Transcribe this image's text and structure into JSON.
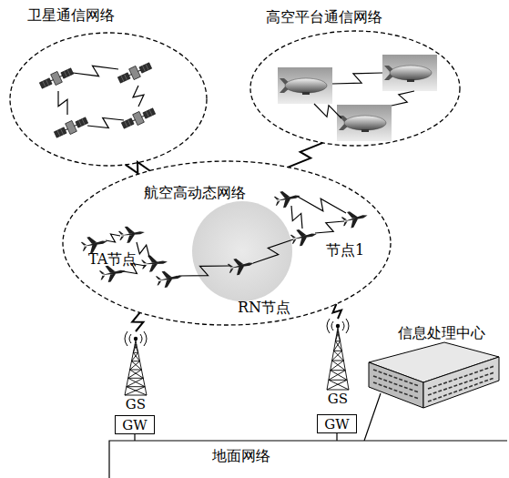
{
  "diagram": {
    "nodes": [
      {
        "text": [
          "卫星通信网络"
        ]
      },
      {
        "text": [
          "高空平台通信网络"
        ]
      },
      {
        "text": [
          "航空高动态网络"
        ]
      },
      {
        "text": [
          "RN节点"
        ],
        "in": 2
      },
      {
        "text": [
          "GS"
        ]
      },
      {
        "text": [
          "GW"
        ]
      },
      {
        "text": [
          "GS"
        ]
      },
      {
        "text": [
          "GW"
        ]
      }
    ],
    "edges": [
      {
        "from": 0,
        "to": 2,
        "arrow": "none"
      },
      {
        "from": 1,
        "to": 2,
        "arrow": "none"
      },
      {
        "from": 2,
        "to": 4,
        "arrow": "none"
      },
      {
        "from": 2,
        "to": 6,
        "arrow": "none"
      }
    ],
    "labels": [
      "TA节点",
      "节点1",
      "信息处理中心",
      "地面网络"
    ]
  }
}
